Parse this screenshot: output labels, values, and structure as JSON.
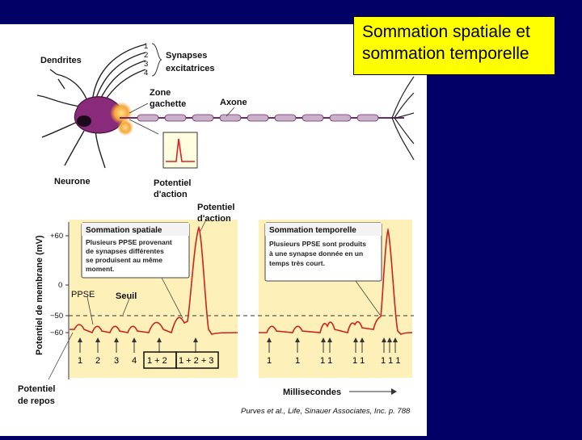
{
  "title": {
    "line1": "Sommation spatiale et",
    "line2": "sommation temporelle"
  },
  "credit": "Purves et al., Life, Sinauer Associates, Inc. p. 788",
  "neuron": {
    "dendrites": "Dendrites",
    "synapses_line1": "Synapses",
    "synapses_line2": "excitatrices",
    "synapse_numbers": [
      "1",
      "2",
      "3",
      "4"
    ],
    "zone_line1": "Zone",
    "zone_line2": "gachette",
    "axone": "Axone",
    "neurone": "Neurone",
    "pa_line1": "Potentiel",
    "pa_line2": "d'action"
  },
  "graph": {
    "ylabel": "Potentiel de membrane (mV)",
    "yticks": [
      "+60",
      "0",
      "−50",
      "−60"
    ],
    "pa_line1": "Potentiel",
    "pa_line2": "d'action",
    "ppse": "PPSE",
    "seuil": "Seuil",
    "repos_line1": "Potentiel",
    "repos_line2": "de repos",
    "xlabel": "Millisecondes",
    "spatial": {
      "title": "Sommation spatiale",
      "lines": [
        "Plusieurs PPSE provenant",
        "de synapses différentes",
        "se produisent au même",
        "moment."
      ],
      "stimuli": [
        "1",
        "2",
        "3",
        "4",
        "1 + 2",
        "1 + 2 + 3"
      ]
    },
    "temporal": {
      "title": "Sommation temporelle",
      "lines": [
        "Plusieurs PPSE sont produits",
        "à une synapse donnée en un",
        "temps très court."
      ],
      "stimuli": [
        "1",
        "1",
        "1 1",
        "1 1",
        "1 1 1"
      ]
    }
  }
}
